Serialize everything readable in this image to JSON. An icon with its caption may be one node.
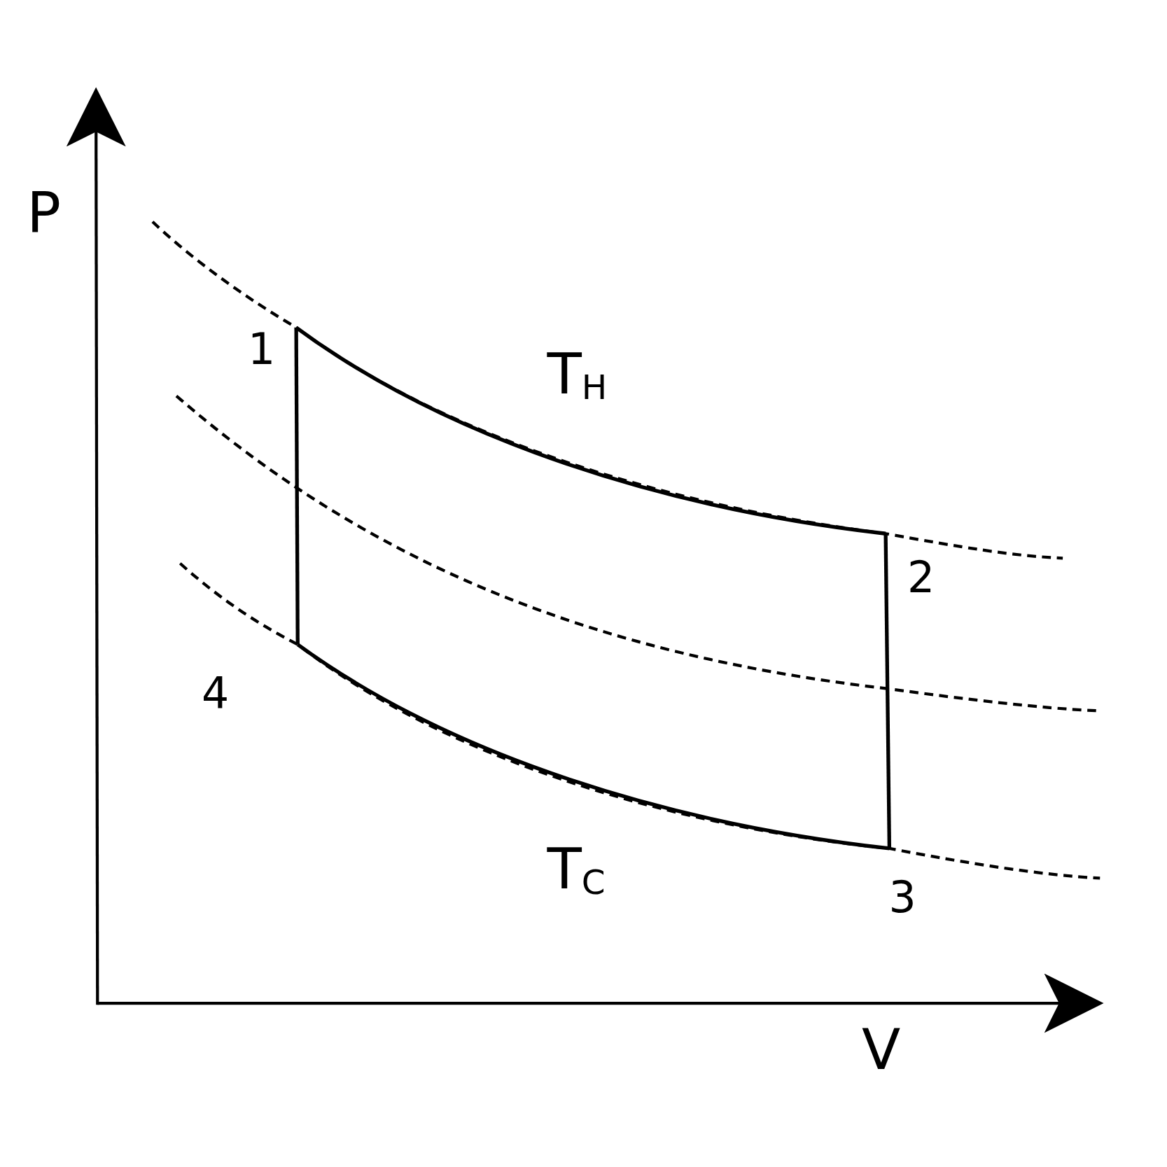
{
  "diagram": {
    "nodes": [
      {
        "text": [
          "1"
        ]
      },
      {
        "text": [
          "2"
        ]
      },
      {
        "text": [
          "3"
        ]
      },
      {
        "text": [
          "4"
        ]
      }
    ],
    "edges": [
      {
        "from": 0,
        "to": 1,
        "arrow": "none"
      },
      {
        "from": 1,
        "to": 2,
        "arrow": "none"
      },
      {
        "from": 2,
        "to": 3,
        "arrow": "none"
      },
      {
        "from": 3,
        "to": 0,
        "arrow": "none"
      }
    ],
    "labels": [
      "P",
      "T$_{H}$",
      "T$_{C}$",
      "V"
    ]
  }
}
